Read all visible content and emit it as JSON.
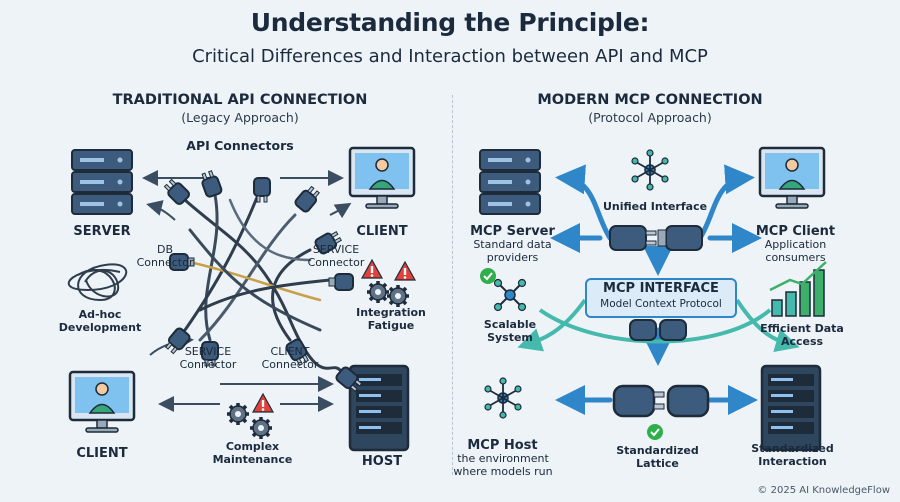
{
  "header": {
    "title": "Understanding the Principle:",
    "subtitle": "Critical Differences and Interaction between API and MCP"
  },
  "left": {
    "title": "TRADITIONAL API CONNECTION",
    "subtitle": "(Legacy Approach)",
    "api_connectors": "API Connectors",
    "server": "SERVER",
    "client_top": "CLIENT",
    "db_connector": "DB\nConnector",
    "service_connector_top": "SERVICE\nConnector",
    "adhoc": "Ad-hoc\nDevelopment",
    "integration_fatigue": "Integration\nFatigue",
    "service_connector_bottom": "SERVICE\nConnector",
    "client_connector": "CLIENT\nConnector",
    "client_bottom": "CLIENT",
    "complex_maintenance": "Complex\nMaintenance",
    "host": "HOST"
  },
  "right": {
    "title": "MODERN MCP CONNECTION",
    "subtitle": "(Protocol Approach)",
    "unified_interface": "Unified Interface",
    "mcp_server": "MCP Server",
    "mcp_server_desc": "Standard data\nproviders",
    "mcp_client": "MCP Client",
    "mcp_client_desc": "Application\nconsumers",
    "mcp_interface_title": "MCP INTERFACE",
    "mcp_interface_sub": "Model Context Protocol",
    "scalable_system": "Scalable\nSystem",
    "efficient_data_access": "Efficient Data\nAccess",
    "mcp_host": "MCP Host",
    "mcp_host_desc": "the environment\nwhere models run",
    "standardized_lattice": "Standardized\nLattice",
    "standardized_interaction": "Standardized\nInteraction"
  },
  "footer": "© 2025 AI KnowledgeFlow",
  "colors": {
    "accent_blue": "#2f86c9",
    "server_blue": "#3d5b7c",
    "warning_red": "#e0413a",
    "check_green": "#2fae4c",
    "teal": "#3cb5a8"
  }
}
